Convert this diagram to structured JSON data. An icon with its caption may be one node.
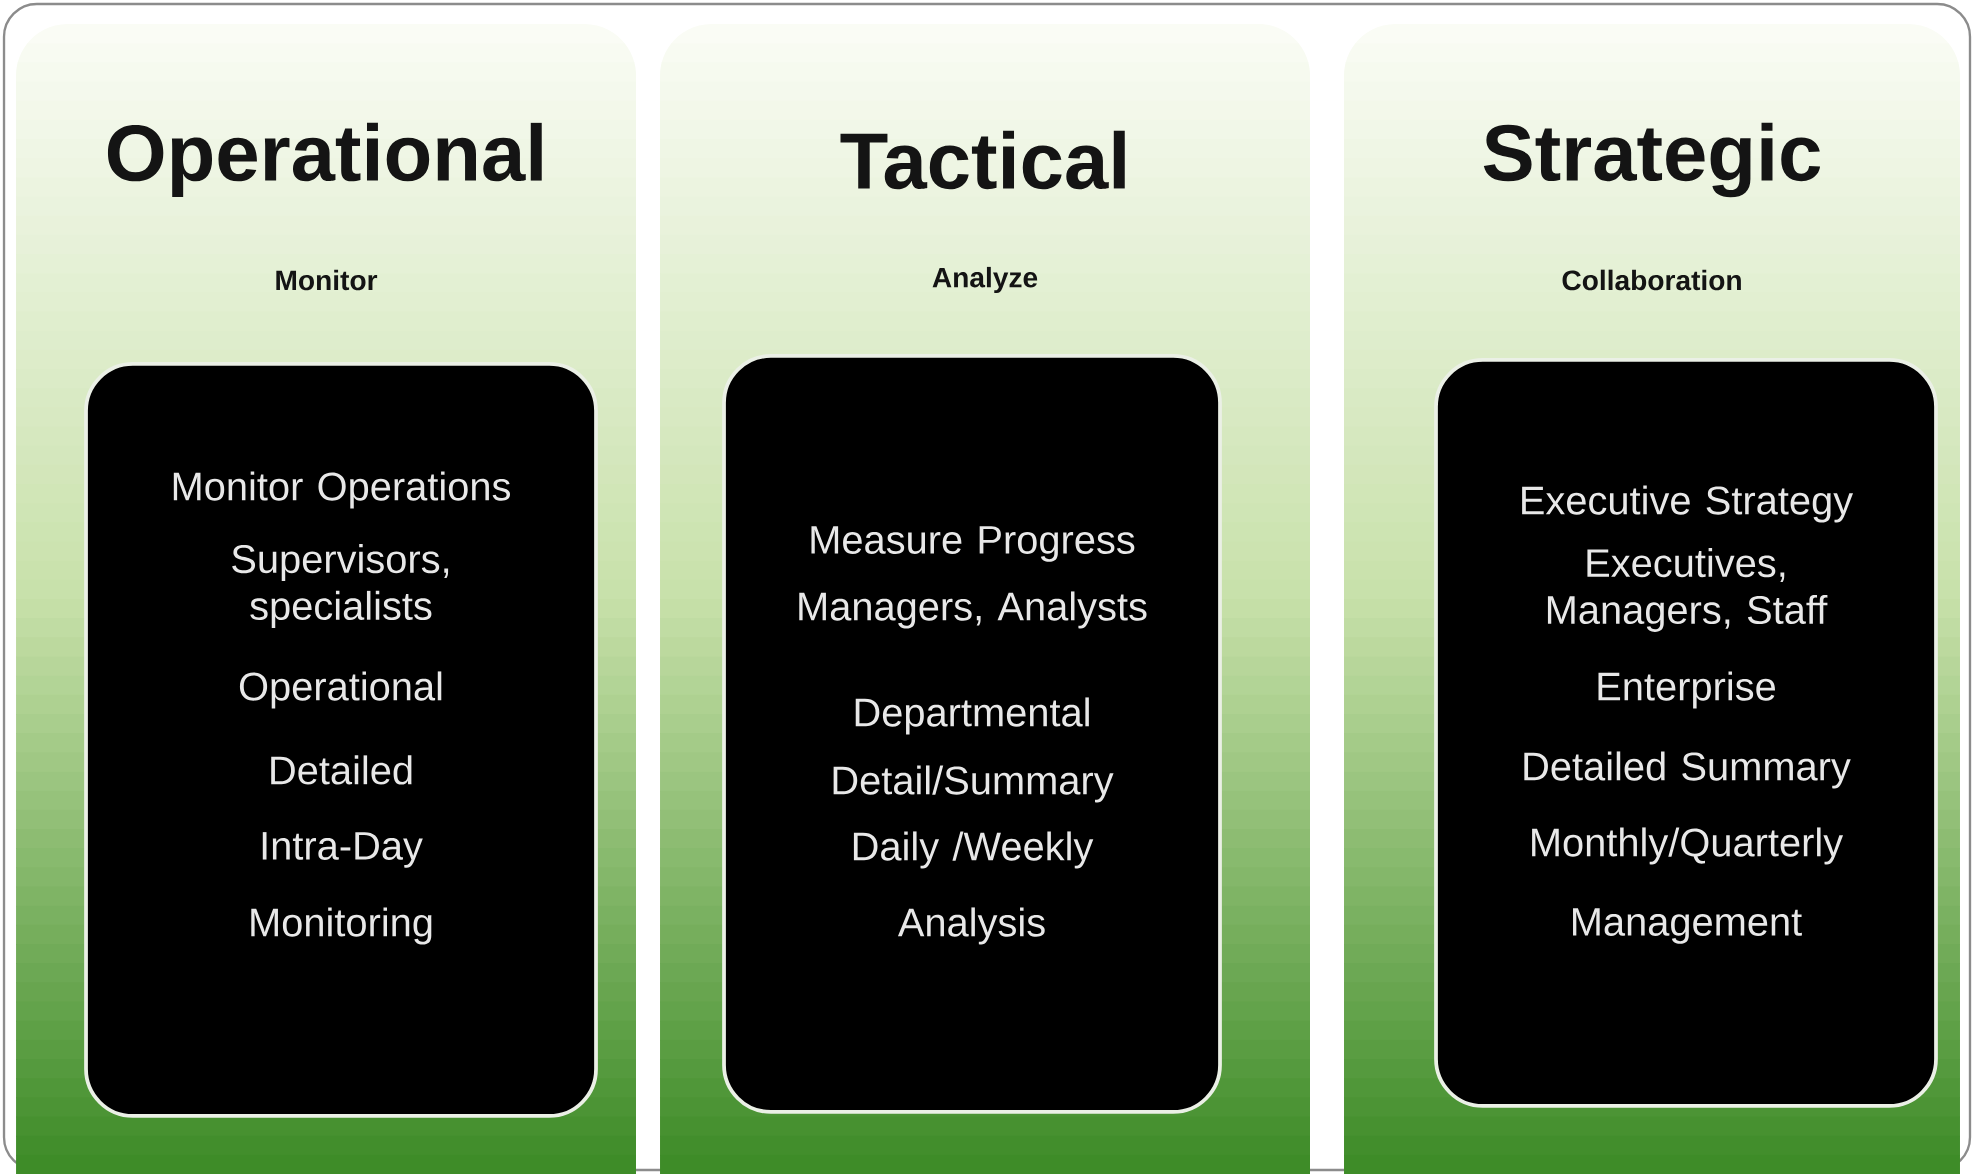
{
  "diagram": {
    "nodes": [
      {
        "text": [
          "Operational",
          "Monitor"
        ]
      },
      {
        "text": [
          "Monitor Operations",
          "Supervisors, specialists",
          "Operational",
          "Detailed",
          "Intra-Day",
          "Monitoring"
        ],
        "in": 0
      },
      {
        "text": [
          "Tactical",
          "Analyze"
        ]
      },
      {
        "text": [
          "Measure Progress",
          "Managers, Analysts",
          "Departmental",
          "Detail/Summary",
          "Daily /Weekly",
          "Analysis"
        ],
        "in": 2
      },
      {
        "text": [
          "Strategic",
          "Collaboration"
        ]
      },
      {
        "text": [
          "Executive Strategy",
          "Executives, Managers, Staff",
          "Enterprise",
          "Detailed Summary",
          "Monthly/Quarterly",
          "Management"
        ],
        "in": 4
      }
    ]
  }
}
